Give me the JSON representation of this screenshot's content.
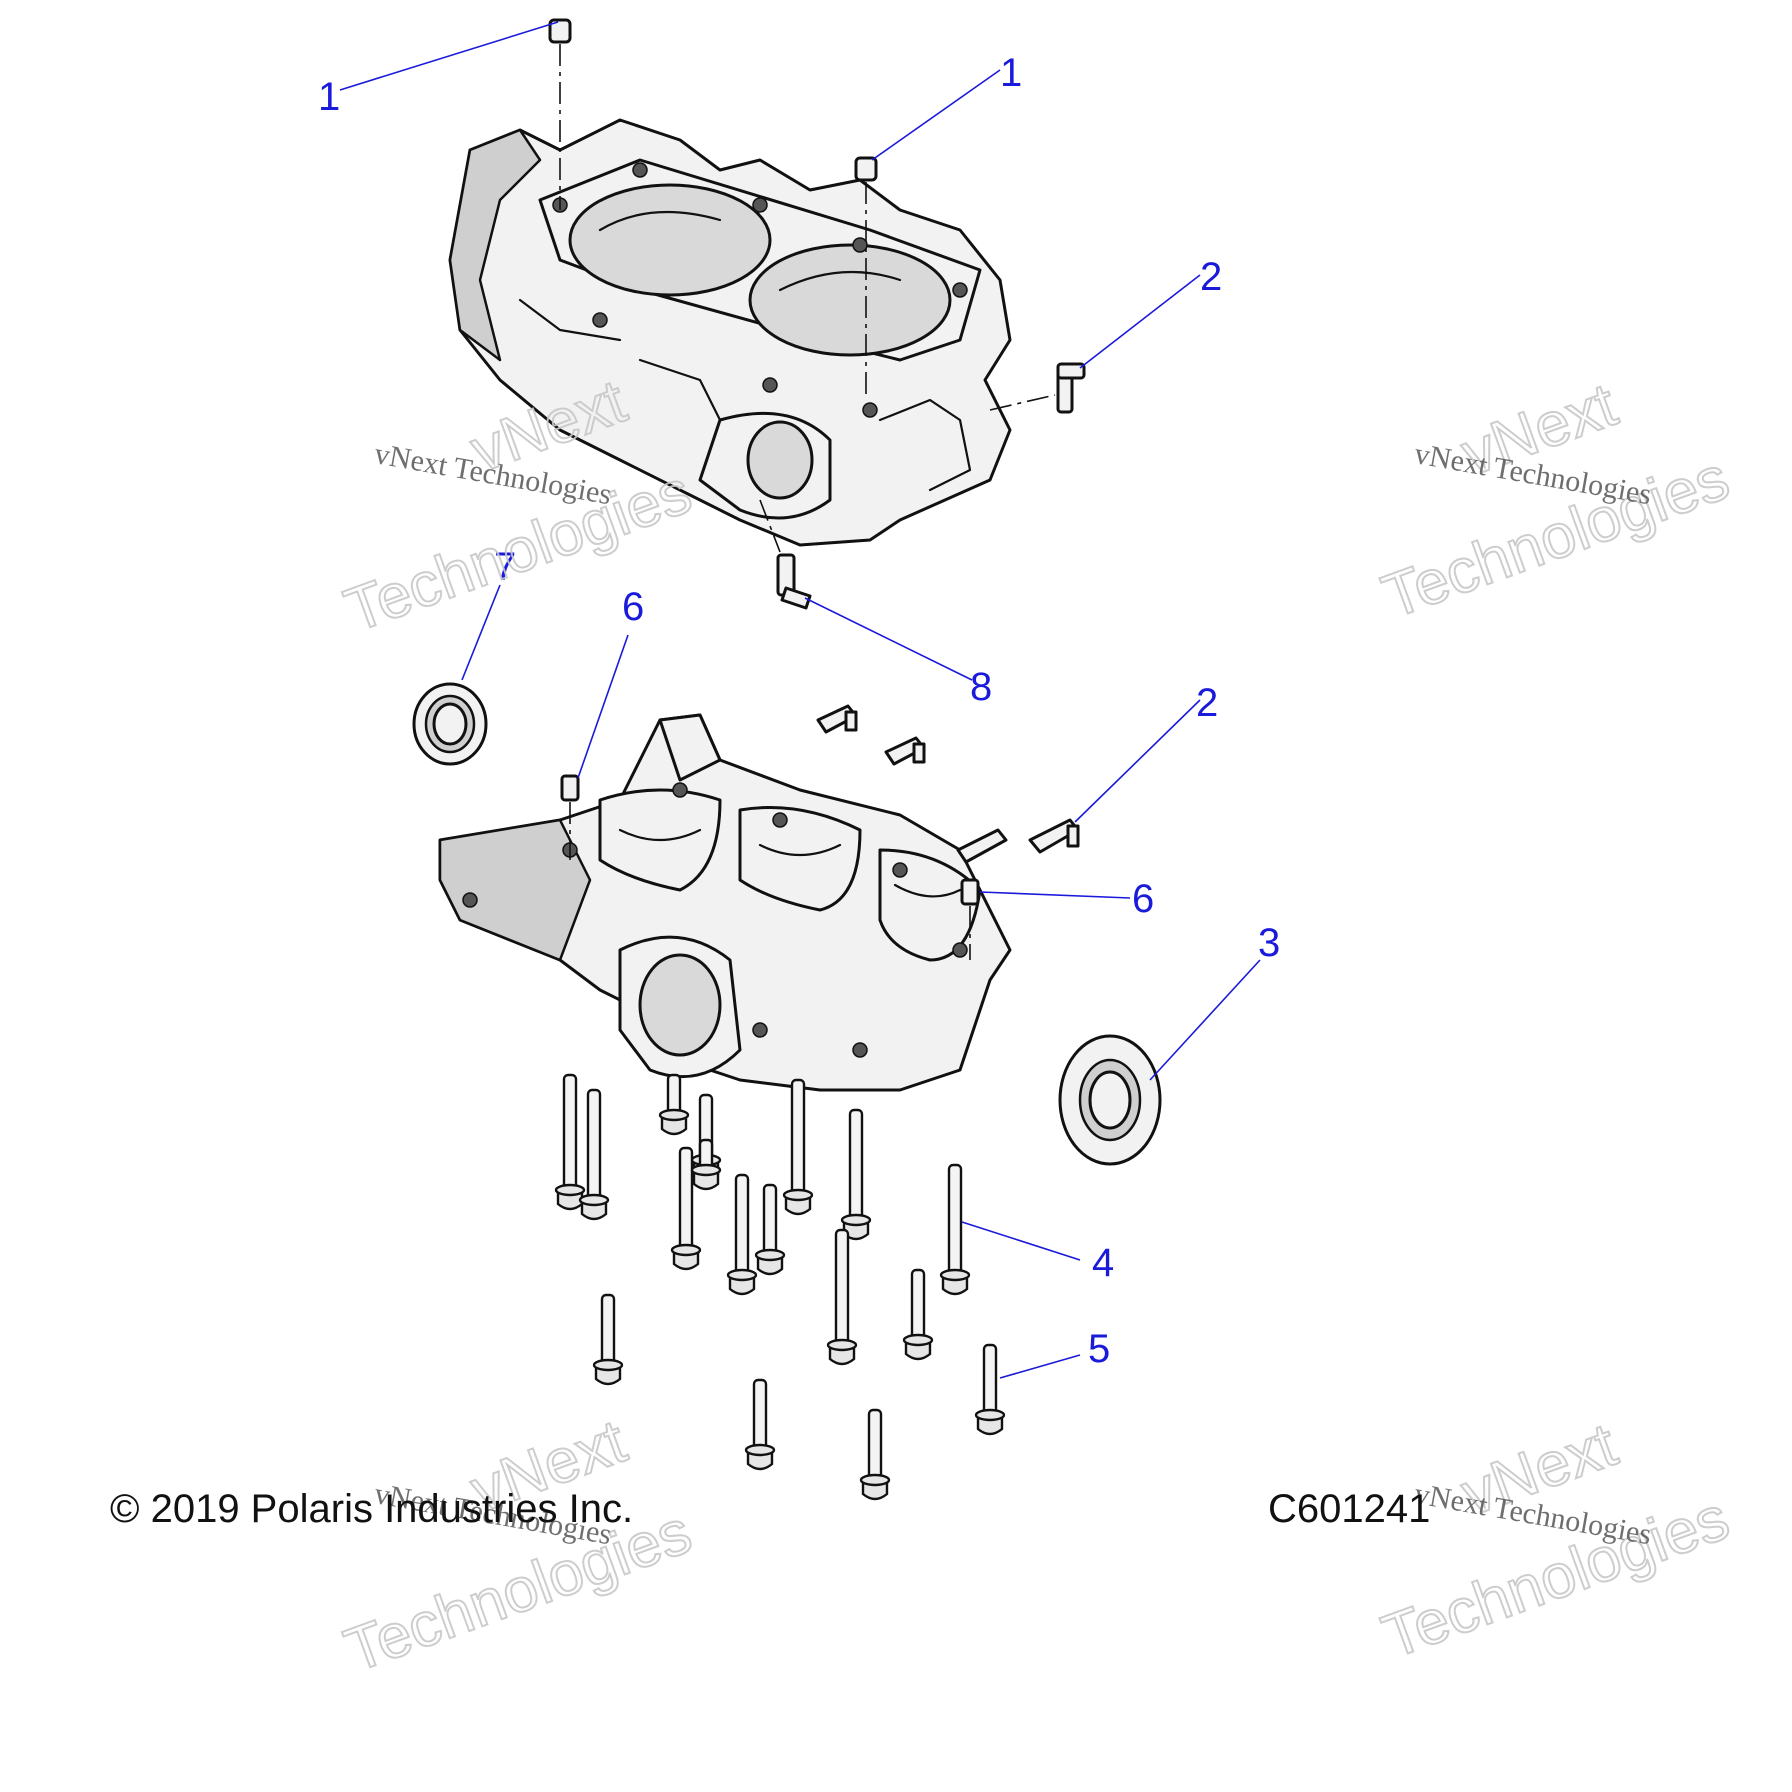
{
  "callouts": [
    "1",
    "1",
    "2",
    "2",
    "3",
    "4",
    "5",
    "6",
    "6",
    "7",
    "8"
  ],
  "footer": {
    "copyright": "© 2019 Polaris Industries Inc.",
    "code": "C601241"
  },
  "watermark": {
    "line_small": "vNext Technologies",
    "line_big_1": "vNext",
    "line_big_2": "Technologies"
  }
}
